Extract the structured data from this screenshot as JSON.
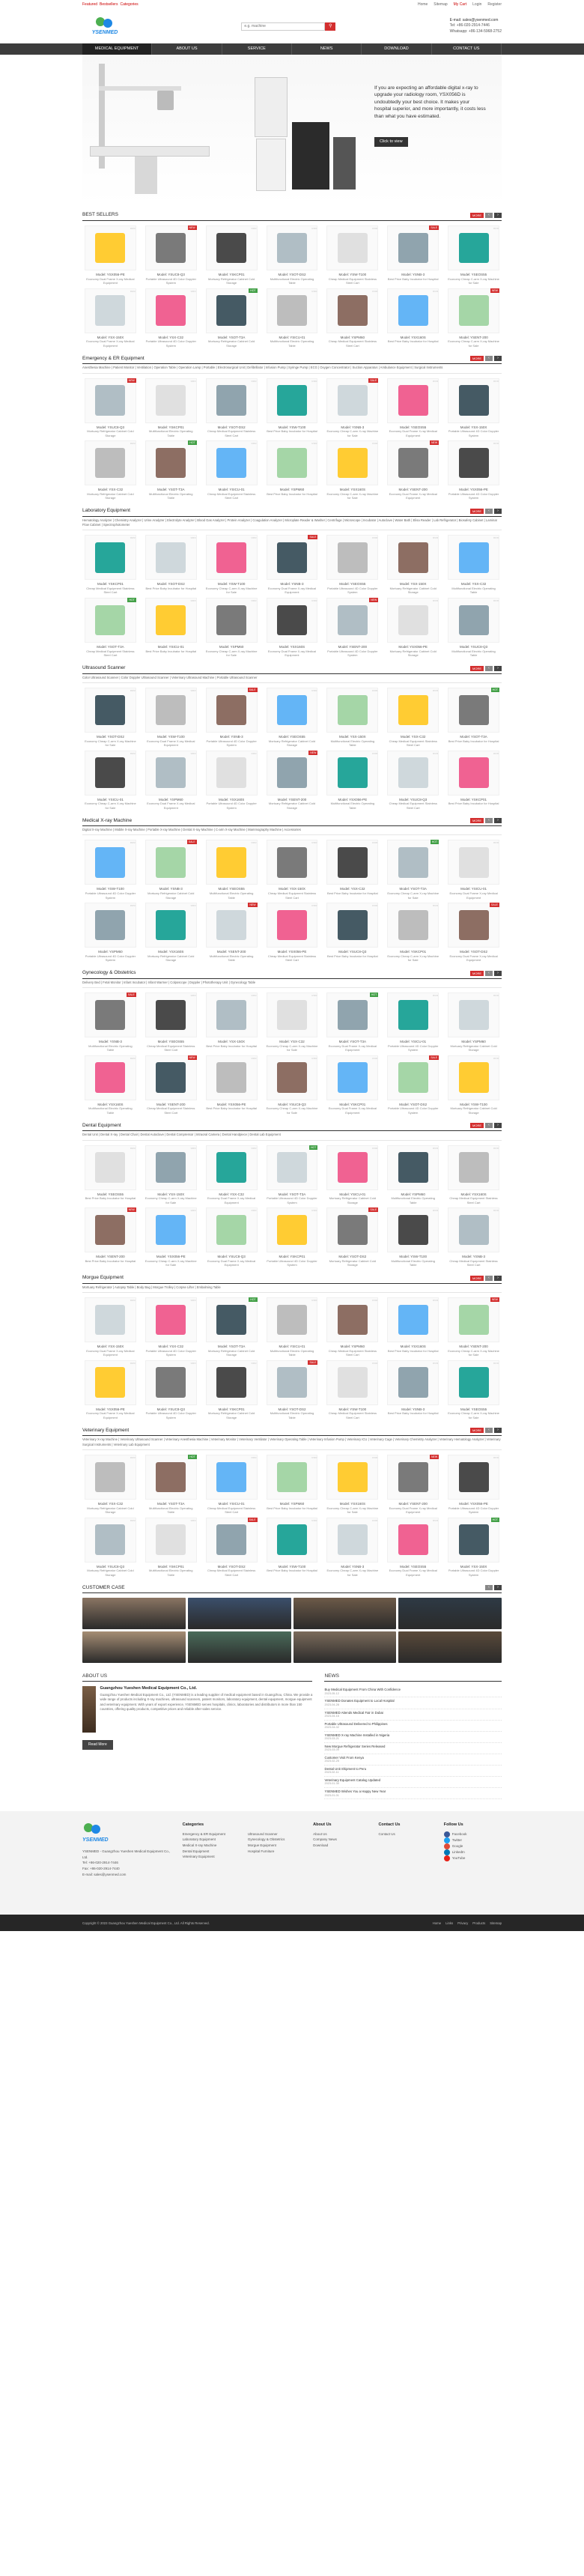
{
  "topbar": {
    "links": [
      "Featured",
      "Bestsellers",
      "Categories"
    ],
    "right": [
      "Home",
      "Sitemap",
      "My Cart",
      "Login",
      "Register"
    ]
  },
  "header": {
    "brand": "YSENMED",
    "search_placeholder": "e.g. machine",
    "search_icon": "search-icon",
    "email": "E-mail: sales@ysenmed.com",
    "phone1": "Tel: +86-020-2914-7446",
    "phone2": "Whatsapp: +86-134-5968-2752"
  },
  "nav": [
    "Medical Equipment",
    "About Us",
    "Service",
    "News",
    "Download",
    "Contact Us"
  ],
  "banner": {
    "text": "If you are expecting an affordable digital x-ray to upgrade your radiology room, YSX056D is undoubtedly your best choice. It makes your hospital superior, and more importantly, it costs less than what you have estimated.",
    "cta": "Click to view"
  },
  "sections": [
    {
      "title": "BEST SELLERS",
      "subcats": "",
      "more": "MORE"
    },
    {
      "title": "Emergency & ER Equipment",
      "subcats": "Anesthesia Machine | Patient Monitor | Ventilation | Operation Table | Operation Lamp | Portable | Electrosurgical Unit | Defibrillator | Infusion Pump | Syringe Pump | ECG | Oxygen Concentrator | Suction Apparatus | Ambulance Equipment | Surgical Instruments",
      "more": "MORE"
    },
    {
      "title": "Laboratory Equipment",
      "subcats": "Hematology Analyzer | Chemistry Analyzer | Urine Analyzer | Electrolyte Analyzer | Blood Gas Analyzer | Protein Analyzer | Coagulation Analyzer | Microplate Reader & Washer | Centrifuge | Microscope | Incubator | Autoclave | Water Bath | Elisa Reader | Lab Refrigerator | Biosafety Cabinet | Laminar Flow Cabinet | Spectrophotometer",
      "more": "MORE"
    },
    {
      "title": "Ultrasound Scanner",
      "subcats": "Color Ultrasound Scanner | Color Doppler Ultrasound Scanner | Veterinary Ultrasound Machine | Portable Ultrasound Scanner",
      "more": "MORE"
    },
    {
      "title": "Medical X-ray Machine",
      "subcats": "Digital X-ray Machine | Mobile X-ray Machine | Portable X-ray Machine | Dental X-ray Machine | C-arm X-ray Machine | Mammography Machine | Accessories",
      "more": "MORE"
    },
    {
      "title": "Gynecology & Obstetrics",
      "subcats": "Delivery Bed | Fetal Monitor | Infant Incubator | Infant Warmer | Colposcope | Doppler | Phototherapy Unit | Gynecology Table",
      "more": "MORE"
    },
    {
      "title": "Dental Equipment",
      "subcats": "Dental Unit | Dental X-ray | Dental Chair | Dental Autoclave | Dental Compressor | Intraoral Camera | Dental Handpiece | Dental Lab Equipment",
      "more": "MORE"
    },
    {
      "title": "Morgue Equipment",
      "subcats": "Mortuary Refrigerator | Autopsy Table | Body Bag | Morgue Trolley | Corpse Lifter | Embalming Table",
      "more": "MORE"
    },
    {
      "title": "Veterinary Equipment",
      "subcats": "Veterinary X-ray Machine | Veterinary Ultrasound Scanner | Veterinary Anesthesia Machine | Veterinary Monitor | Veterinary Ventilator | Veterinary Operating Table | Veterinary Infusion Pump | Veterinary ICU | Veterinary Cage | Veterinary Chemistry Analyzer | Veterinary Hematology Analyzer | Veterinary Surgical Instruments | Veterinary Lab Equipment",
      "more": "MORE"
    }
  ],
  "products": {
    "models": [
      "Model: YSX056-PE",
      "Model: YSUC8-Q3",
      "Model: YSKCP01",
      "Model: YSOT-DS2",
      "Model: YSW-T100",
      "Model: YSNB-3",
      "Model: YSEOS55",
      "Model: YSX-150X",
      "Model: YSX-C32",
      "Model: YSOT-T3A",
      "Model: YSICU-01",
      "Model: YSPM60",
      "Model: YSX160S",
      "Model: YSENT-200"
    ],
    "descs": [
      "Economy Dual Frame X-ray Medical Equipment",
      "Portable Ultrasound 4D Color Doppler System",
      "Mortuary Refrigerator Cabinet Cold Storage",
      "Multifunctional Electric Operating Table",
      "Cheap Medical Equipment Stainless Steel Cart",
      "Best Price Baby Incubator for Hospital",
      "Economy Cheap C-arm X-ray Machine for Sale"
    ],
    "badges": [
      "HOT",
      "NEW",
      "SALE"
    ]
  },
  "customer": {
    "title": "CUSTOMER CASE"
  },
  "about": {
    "head": "ABOUT US",
    "title": "Guangzhou Yueshen Medical Equipment Co., Ltd.",
    "text": "Guangzhou Yueshen Medical Equipment Co., Ltd. (YSENMED) is a leading supplier of medical equipment based in Guangzhou, China. We provide a wide range of products including X-ray machines, ultrasound scanners, patient monitors, laboratory equipment, dental equipment, morgue equipment and veterinary equipment. With years of export experience, YSENMED serves hospitals, clinics, laboratories and distributors in more than 150 countries, offering quality products, competitive prices and reliable after-sales service.",
    "btn": "Read More"
  },
  "news": {
    "head": "NEWS",
    "items": [
      {
        "t": "Buy Medical Equipment From China With Confidence",
        "d": "2023-05-12"
      },
      {
        "t": "YSENMED Donates Equipment to Local Hospital",
        "d": "2023-04-28"
      },
      {
        "t": "YSENMED Attends Medical Fair in Dubai",
        "d": "2023-04-16"
      },
      {
        "t": "Portable Ultrasound Delivered to Philippines",
        "d": "2023-04-02"
      },
      {
        "t": "YSENMED X-ray Machine Installed in Nigeria",
        "d": "2023-03-21"
      },
      {
        "t": "New Morgue Refrigerator Series Released",
        "d": "2023-03-09"
      },
      {
        "t": "Customer Visit From Kenya",
        "d": "2023-02-25"
      },
      {
        "t": "Dental Unit Shipment to Peru",
        "d": "2023-02-11"
      },
      {
        "t": "Veterinary Equipment Catalog Updated",
        "d": "2023-01-30"
      },
      {
        "t": "YSENMED Wishes You a Happy New Year",
        "d": "2023-01-01"
      }
    ]
  },
  "footer": {
    "company": "YSENMED - Guangzhou Yueshen Medical Equipment Co., Ltd.",
    "tel": "Tel: +86-020-2914-7446",
    "fax": "Fax: +86-020-2914-7440",
    "mail": "E-mail: sales@ysenmed.com",
    "categories_head": "Categories",
    "categories": [
      "Emergency & ER Equipment",
      "Laboratory Equipment",
      "Medical X-ray Machine",
      "Dental Equipment",
      "Veterinary Equipment"
    ],
    "categories2": [
      "Ultrasound Scanner",
      "Gynecology & Obstetrics",
      "Morgue Equipment",
      "Hospital Furniture"
    ],
    "about_head": "About Us",
    "about_links": [
      "About Us",
      "Company News",
      "Download"
    ],
    "contact_head": "Contact Us",
    "contact_links": [
      "Contact Us"
    ],
    "follow_head": "Follow Us",
    "social": [
      {
        "name": "Facebook",
        "color": "#3b5998"
      },
      {
        "name": "Twitter",
        "color": "#1da1f2"
      },
      {
        "name": "Google",
        "color": "#dd4b39"
      },
      {
        "name": "LinkedIn",
        "color": "#0077b5"
      },
      {
        "name": "YouTube",
        "color": "#e62117"
      }
    ],
    "copyright": "Copyright © 2023 Guangzhou Yueshen Medical Equipment Co., Ltd. All Rights Reserved.",
    "bottom_links": [
      "Home",
      "Links",
      "Privacy",
      "Products",
      "Sitemap"
    ]
  },
  "colors": {
    "accent": "#d32f2f",
    "nav": "#3c3c3c",
    "green": "#43a047"
  }
}
